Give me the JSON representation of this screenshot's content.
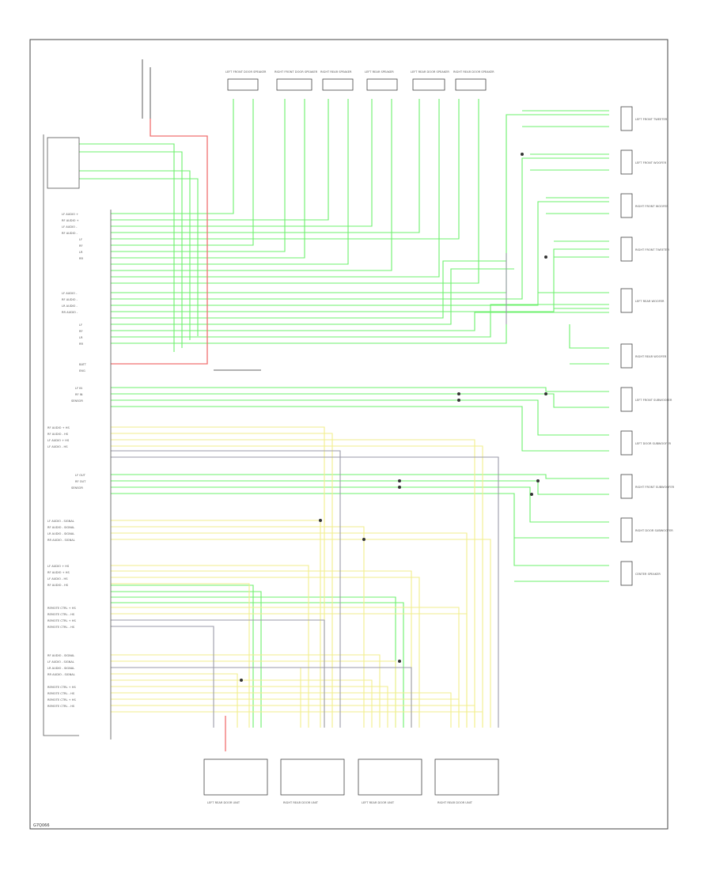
{
  "diagram": {
    "figure_code": "G7Q066",
    "left_connector_labels": [
      "LF AUDIO +",
      "RF AUDIO +",
      "LF AUDIO -",
      "RF AUDIO -",
      "LF",
      "RF",
      "LR",
      "RR",
      "LF AUDIO -",
      "RF AUDIO -",
      "LR AUDIO -",
      "RR AUDIO -",
      "LF",
      "RF",
      "LR",
      "RR"
    ],
    "mid_labels": [
      "BATT",
      "ENG",
      "LF IN",
      "RF IN",
      "SENSOR",
      "LF OUT",
      "RF OUT",
      "SENSOR"
    ],
    "lower_labels_a": [
      "RF AUDIO + HS",
      "RF AUDIO - HS",
      "LF AUDIO + HS",
      "LF AUDIO - HS",
      "LF AUDIO - SIGNAL",
      "RF AUDIO - SIGNAL",
      "LR AUDIO - SIGNAL",
      "RR AUDIO - SIGNAL"
    ],
    "lower_labels_b": [
      "LF AUDIO + HS",
      "RF AUDIO + HS",
      "LF AUDIO - HS",
      "RF AUDIO - HS",
      "REMOTE CTRL + HS",
      "REMOTE CTRL - HS",
      "REMOTE CTRL + HS",
      "REMOTE CTRL - HS"
    ],
    "lower_labels_c": [
      "RF AUDIO - SIGNAL",
      "LF AUDIO - SIGNAL",
      "LR AUDIO - SIGNAL",
      "RR AUDIO - SIGNAL",
      "REMOTE CTRL + HS",
      "REMOTE CTRL - HS",
      "REMOTE CTRL + HS",
      "REMOTE CTRL - HS"
    ],
    "bottom_units": [
      "LEFT REAR DOOR UNIT",
      "RIGHT REAR DOOR UNIT",
      "LEFT REAR DOOR UNIT",
      "RIGHT REAR DOOR UNIT"
    ],
    "top_speakers": [
      "LEFT FRONT DOOR SPEAKER",
      "RIGHT FRONT DOOR SPEAKER",
      "RIGHT REAR SPEAKER",
      "LEFT REAR SPEAKER",
      "LEFT REAR DOOR SPEAKER",
      "RIGHT REAR DOOR SPEAKER"
    ],
    "right_speakers": [
      "LEFT FRONT TWEETER",
      "LEFT FRONT WOOFER",
      "RIGHT FRONT WOOFER",
      "RIGHT FRONT TWEETER",
      "LEFT REAR WOOFER",
      "RIGHT REAR WOOFER",
      "LEFT FRONT SUBWOOFER",
      "LEFT DOOR SUBWOOFER",
      "RIGHT FRONT SUBWOOFER",
      "RIGHT DOOR SUBWOOFER",
      "CENTER SPEAKER"
    ],
    "colors": {
      "green_wire": "#6cf06c",
      "red_wire": "#f07070",
      "yellow_wire": "#f2ee8c",
      "gray_wire": "#9a9aa8",
      "frame": "#444444"
    }
  }
}
